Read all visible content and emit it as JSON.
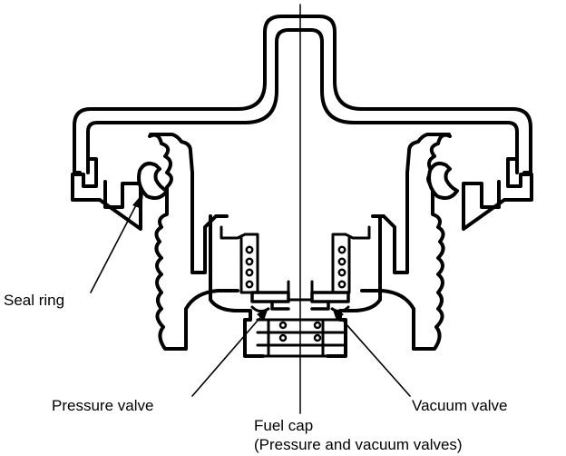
{
  "diagram": {
    "labels": {
      "seal_ring": "Seal ring",
      "pressure_valve": "Pressure valve",
      "vacuum_valve": "Vacuum valve"
    },
    "caption": {
      "line1": "Fuel cap",
      "line2": "(Pressure and vacuum valves)"
    },
    "colors": {
      "ink": "#000000",
      "paper": "#ffffff"
    }
  }
}
